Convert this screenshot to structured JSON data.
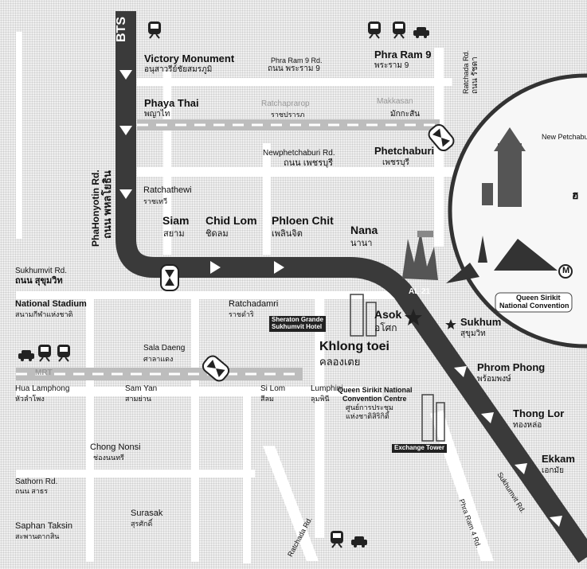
{
  "colors": {
    "bts_line": "#3a3a3a",
    "road": "#ffffff",
    "background": "#efefef",
    "text": "#111111"
  },
  "line": {
    "name": "BTS"
  },
  "stations": {
    "victory_monument": {
      "en": "Victory Monument",
      "th": "อนุสาวรีย์ชัยสมรภูมิ"
    },
    "phaya_thai": {
      "en": "Phaya Thai",
      "th": "พญาไท"
    },
    "ratchathewi": {
      "en": "Ratchathewi",
      "th": "ราชเทวี"
    },
    "siam": {
      "en": "Siam",
      "th": "สยาม"
    },
    "chid_lom": {
      "en": "Chid Lom",
      "th": "ชิดลม"
    },
    "phloen_chit": {
      "en": "Phloen Chit",
      "th": "เพลินจิต"
    },
    "nana": {
      "en": "Nana",
      "th": "นานา"
    },
    "asok": {
      "en": "Asok",
      "th": "อโศก"
    },
    "phrom_phong": {
      "en": "Phrom Phong",
      "th": "พร้อมพงษ์"
    },
    "thong_lor": {
      "en": "Thong Lor",
      "th": "ทองหล่อ"
    },
    "ekkamai": {
      "en": "Ekkam",
      "th": "เอกมัย"
    },
    "national_stadium": {
      "en": "National Stadium",
      "th": "สนามกีฬาแห่งชาติ"
    },
    "ratchadamri": {
      "en": "Ratchadamri",
      "th": "ราชดำริ"
    },
    "sala_daeng": {
      "en": "Sala Daeng",
      "th": "ศาลาแดง"
    },
    "chong_nonsi": {
      "en": "Chong Nonsi",
      "th": "ช่องนนทรี"
    },
    "surasak": {
      "en": "Surasak",
      "th": "สุรศักดิ์"
    },
    "saphan_taksin": {
      "en": "Saphan Taksin",
      "th": "สะพานตากสิน"
    },
    "phra_ram_9": {
      "en": "Phra Ram 9",
      "th": "พระราม 9"
    },
    "phetchaburi": {
      "en": "Phetchaburi",
      "th": "เพชรบุรี"
    },
    "ratchaprarop": {
      "en": "Ratchaprarop",
      "th": "ราชปรารภ"
    },
    "makkasan": {
      "en": "Makkasan",
      "th": "มักกะสัน"
    },
    "sukhumvit": {
      "en": "Sukhum",
      "th": "สุขุมวิท"
    },
    "khlong_toei": {
      "en": "Khlong toei",
      "th": "คลองเตย"
    },
    "hua_lamphong": {
      "en": "Hua Lamphong",
      "th": "หัวลำโพง"
    },
    "sam_yan": {
      "en": "Sam Yan",
      "th": "สามย่าน"
    },
    "si_lom": {
      "en": "Si Lom",
      "th": "สีลม"
    },
    "lumphini": {
      "en": "Lumphini",
      "th": "ลุมพินี"
    }
  },
  "roads": {
    "phahonyothin": {
      "en": "PhaHonyotin Rd.",
      "th": "ถนน พหลโยธิน"
    },
    "sukhumvit_rd": {
      "en": "Sukhumvit Rd.",
      "th": "ถนน สุขุมวิท"
    },
    "newphetchaburi": {
      "en": "Newphetchaburi Rd.",
      "th": "ถนน เพชรบุรี"
    },
    "phra_ram_9_rd": {
      "en": "Phra Ram 9 Rd.",
      "th": "ถนน พระราม 9"
    },
    "ratchada_rd_top": {
      "en": "Ratchada Rd.",
      "th": "ถนน รัชดา"
    },
    "sathorn": {
      "en": "Sathorn Rd.",
      "th": "ถนน สาธร"
    },
    "ratchada_rd_bottom": {
      "en": "Ratchada Rd."
    },
    "phra_ram_4": {
      "en": "Phra Ram 4 Rd."
    },
    "sukhumvit_diag": {
      "en": "Sukhumvit Rd."
    }
  },
  "landmarks": {
    "sheraton": {
      "line1": "Sheraton Grande",
      "line2": "Sukhumvit Hotel"
    },
    "qsncc": {
      "en1": "Queen Sirikit National",
      "en2": "Convention Centre",
      "th1": "ศูนย์การประชุม",
      "th2": "แห่งชาติสิริกิติ์"
    },
    "exchange_tower": {
      "name": "Exchange Tower"
    },
    "interchange_21": {
      "name": "AL 21"
    },
    "inset_top": {
      "name": "New Petchaburi"
    },
    "inset_qsncc": {
      "line1": "Queen Sirikit",
      "line2": "National Convention"
    },
    "inset_letter_m": {
      "name": "M"
    },
    "inset_letter_d": {
      "name": "ฮ"
    }
  },
  "mrt_strip": {
    "label": "MRT"
  }
}
